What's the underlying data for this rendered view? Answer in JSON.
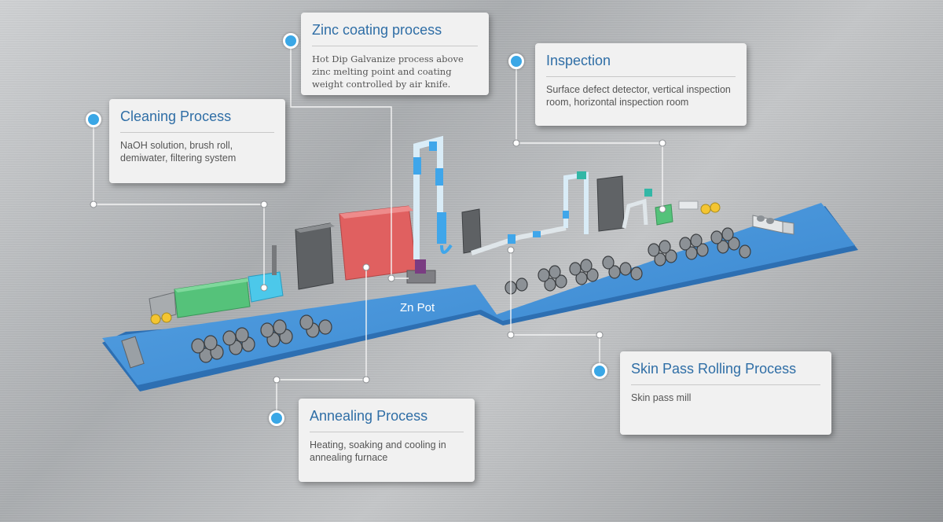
{
  "process_steps": {
    "cleaning": {
      "title": "Cleaning Process",
      "description": "NaOH solution, brush roll, demiwater, filtering system"
    },
    "zinc": {
      "title": "Zinc coating process",
      "description": "Hot Dip Galvanize process above zinc melting point and coating weight controlled by air knife."
    },
    "inspection": {
      "title": "Inspection",
      "description": "Surface defect detector, vertical inspection room, horizontal inspection room"
    },
    "annealing": {
      "title": "Annealing Process",
      "description": "Heating, soaking and cooling in annealing furnace"
    },
    "skin_pass": {
      "title": "Skin Pass Rolling Process",
      "description": "Skin pass mill"
    }
  },
  "plant_labels": {
    "zn_pot": "Zn Pot"
  },
  "colors": {
    "accent_blue": "#2f6ea6",
    "marker_blue": "#3aa7e6",
    "floor_blue": "#3d8fd6",
    "cleaning_green": "#55c27a",
    "furnace_red": "#e06060",
    "tower_gray": "#606366"
  }
}
